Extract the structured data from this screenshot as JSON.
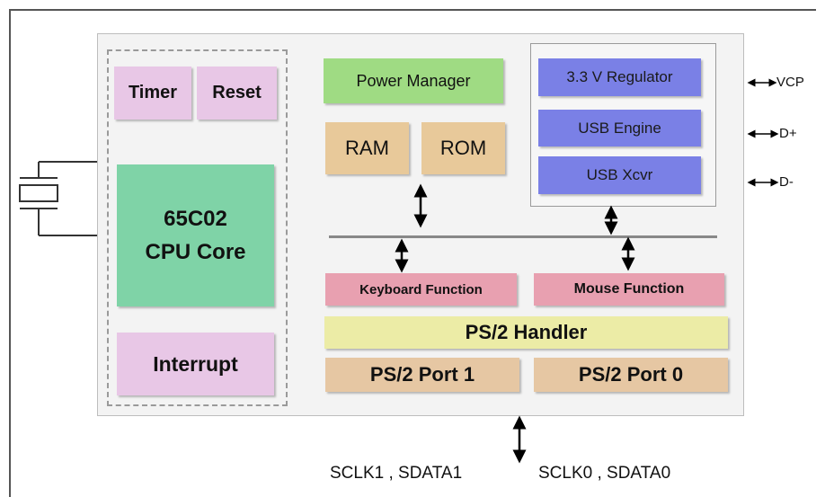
{
  "blocks": {
    "timer": "Timer",
    "reset": "Reset",
    "cpu_line1": "65C02",
    "cpu_line2": "CPU Core",
    "interrupt": "Interrupt",
    "power_manager": "Power Manager",
    "ram": "RAM",
    "rom": "ROM",
    "regulator": "3.3 V Regulator",
    "usb_engine": "USB Engine",
    "usb_xcvr": "USB Xcvr",
    "keyboard_function": "Keyboard Function",
    "mouse_function": "Mouse Function",
    "ps2_handler": "PS/2 Handler",
    "ps2_port1": "PS/2 Port 1",
    "ps2_port0": "PS/2 Port 0"
  },
  "pins": {
    "vcp": "VCP",
    "dplus": "D+",
    "dminus": "D-",
    "ps2_port1_signals": "SCLK1 , SDATA1",
    "ps2_port0_signals": "SCLK0 , SDATA0"
  },
  "colors": {
    "pink": "#e8c7e6",
    "cpu_green": "#7fd3a7",
    "power_green": "#9fdb83",
    "memory_orange": "#e8c99a",
    "usb_blue": "#7a80e6",
    "function_rose": "#e8a0b0",
    "handler_yellow": "#ececa6",
    "port_peach": "#e6c7a3"
  }
}
